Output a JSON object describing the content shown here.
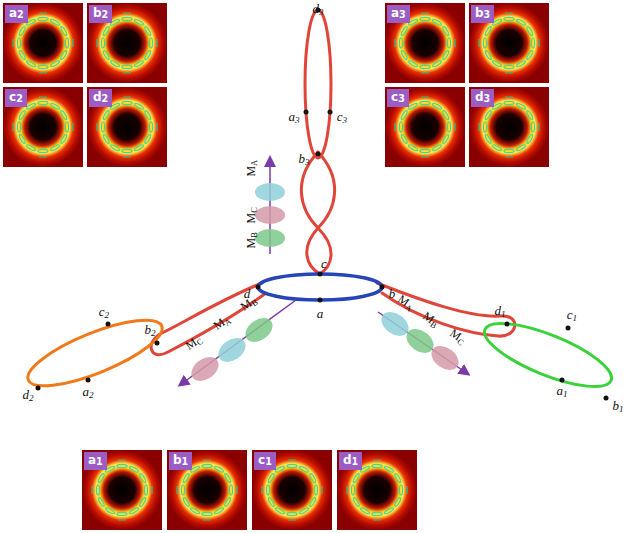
{
  "diagram": {
    "nodes": [
      {
        "text": [
          "a2"
        ]
      },
      {
        "text": [
          "b2"
        ]
      },
      {
        "text": [
          "c2"
        ]
      },
      {
        "text": [
          "d2"
        ]
      },
      {
        "text": [
          "a3"
        ]
      },
      {
        "text": [
          "b3"
        ]
      },
      {
        "text": [
          "c3"
        ]
      },
      {
        "text": [
          "d3"
        ]
      },
      {
        "text": [
          "a1"
        ]
      },
      {
        "text": [
          "b1"
        ]
      },
      {
        "text": [
          "c1"
        ]
      },
      {
        "text": [
          "d1"
        ]
      }
    ],
    "labels": [
      "MA",
      "MC",
      "MB",
      "d3",
      "a3",
      "c3",
      "b3",
      "c",
      "d",
      "b",
      "a",
      "c2",
      "b2",
      "d2",
      "a2",
      "d1",
      "c1",
      "a1",
      "b1",
      "MC",
      "MA",
      "MB",
      "MA",
      "MB",
      "MC"
    ]
  }
}
